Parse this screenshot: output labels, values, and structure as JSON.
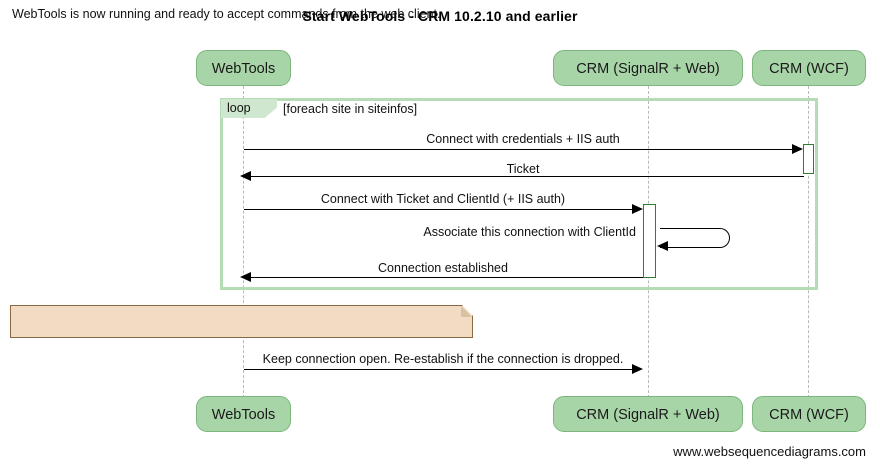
{
  "title": "Start WebTools - CRM 10.2.10 and earlier",
  "footer": "www.websequencediagrams.com",
  "participants": [
    {
      "name": "webtools",
      "label": "WebTools"
    },
    {
      "name": "crm-signalr-web",
      "label": "CRM (SignalR + Web)"
    },
    {
      "name": "crm-wcf",
      "label": "CRM (WCF)"
    }
  ],
  "fragment": {
    "type": "loop",
    "keyword": "loop",
    "condition": "[foreach site in siteinfos]"
  },
  "messages": [
    {
      "label": "Connect with credentials + IIS auth",
      "direction": "right"
    },
    {
      "label": "Ticket",
      "direction": "left"
    },
    {
      "label": "Connect with Ticket and ClientId (+ IIS auth)",
      "direction": "right"
    },
    {
      "label": "Associate this connection with ClientId",
      "direction": "self"
    },
    {
      "label": "Connection established",
      "direction": "left"
    },
    {
      "label": "Keep connection open. Re-establish if the connection is dropped.",
      "direction": "right"
    }
  ],
  "note": {
    "text": "WebTools is now running and ready to accept commands from the web client."
  },
  "colors": {
    "actor_fill": "#a8d5a8",
    "actor_border": "#7cb67c",
    "fragment_border": "#b6dcb6",
    "fragment_tab": "#cfe7cf",
    "note_fill": "#f1dcc3",
    "note_border": "#8a6a44",
    "activation_border": "#2f7d32",
    "arrow": "#000000"
  }
}
